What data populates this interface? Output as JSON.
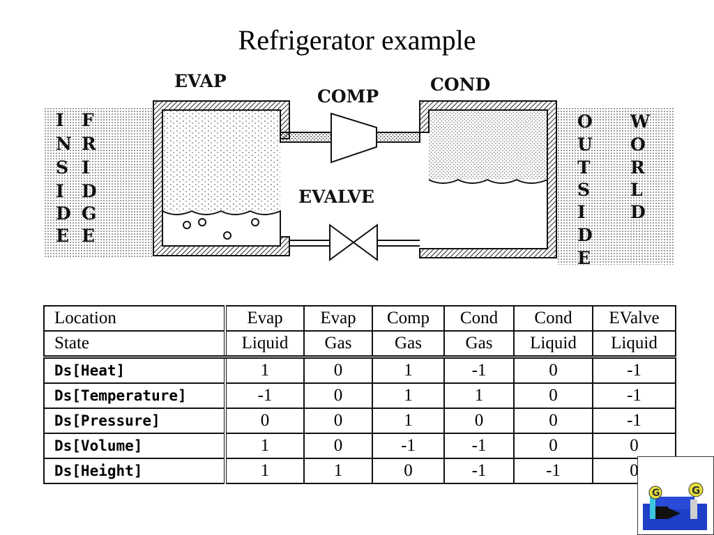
{
  "title": "Refrigerator example",
  "diagram": {
    "evap": "EVAP",
    "comp": "COMP",
    "cond": "COND",
    "evalve": "EVALVE",
    "inside": [
      "I",
      "N",
      "S",
      "I",
      "D",
      "E"
    ],
    "fridge": [
      "F",
      "R",
      "I",
      "D",
      "G",
      "E"
    ],
    "outside": [
      "O",
      "U",
      "T",
      "S",
      "I",
      "D",
      "E"
    ],
    "world": [
      "W",
      "O",
      "R",
      "L",
      "D"
    ]
  },
  "table": {
    "location": [
      "Location",
      "Evap",
      "Evap",
      "Comp",
      "Cond",
      "Cond",
      "EValve"
    ],
    "state": [
      "State",
      "Liquid",
      "Gas",
      "Gas",
      "Gas",
      "Liquid",
      "Liquid"
    ],
    "rows": [
      [
        "Ds[Heat]",
        "1",
        "0",
        "1",
        "-1",
        "0",
        "-1"
      ],
      [
        "Ds[Temperature]",
        "-1",
        "0",
        "1",
        "1",
        "0",
        "-1"
      ],
      [
        "Ds[Pressure]",
        "0",
        "0",
        "1",
        "0",
        "0",
        "-1"
      ],
      [
        "Ds[Volume]",
        "1",
        "0",
        "-1",
        "-1",
        "0",
        "0"
      ],
      [
        "Ds[Height]",
        "1",
        "1",
        "0",
        "-1",
        "-1",
        "0"
      ]
    ]
  },
  "logo": {
    "letters": [
      "G",
      "G"
    ],
    "colors": {
      "blue": "#1f3fc8",
      "yellow": "#e8e03a",
      "cyan": "#3cc7e0"
    }
  }
}
